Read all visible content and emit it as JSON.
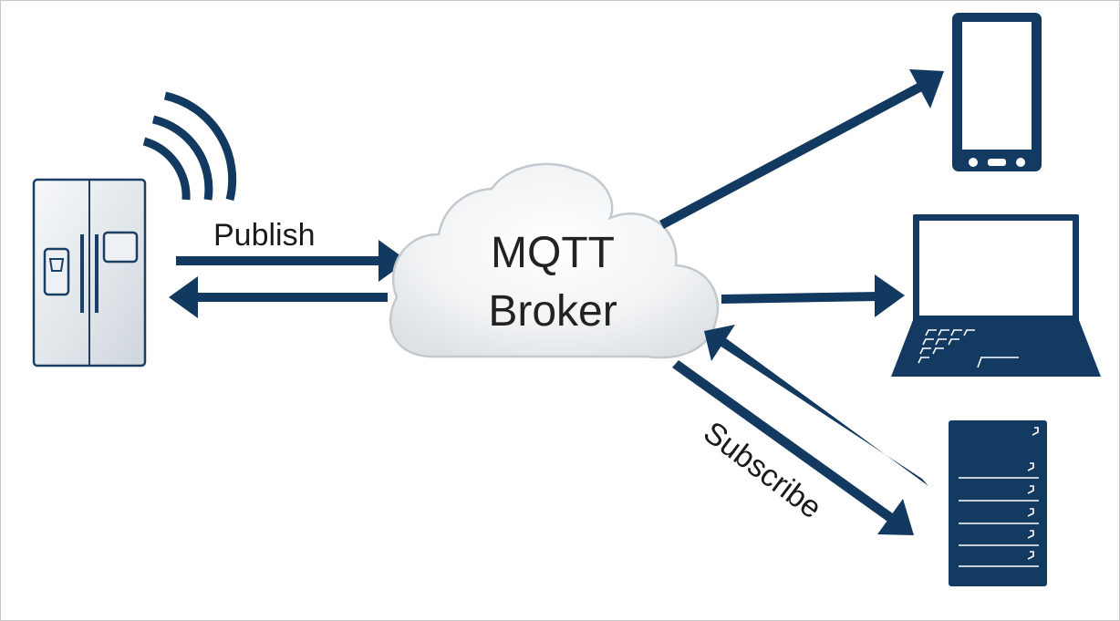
{
  "labels": {
    "publish": "Publish",
    "subscribe": "Subscribe",
    "broker_line1": "MQTT",
    "broker_line2": "Broker"
  },
  "colors": {
    "arrow": "#123a60",
    "device_fill": "#133b62",
    "cloud_edge": "#c3c9ce",
    "fridge_edge": "#1b3f64"
  },
  "icons": {
    "fridge": "fridge-icon",
    "wifi": "wifi-signal-icon",
    "cloud": "cloud-icon",
    "phone": "smartphone-icon",
    "laptop": "laptop-icon",
    "server": "server-icon"
  }
}
